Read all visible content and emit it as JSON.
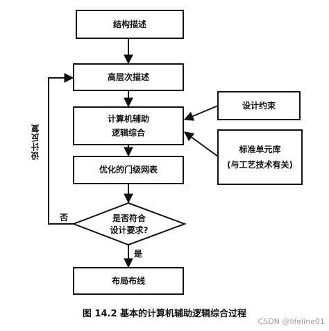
{
  "flow": {
    "structure_description": "结构描述",
    "high_level_description": "高层次描述",
    "synthesis_line1": "计算机辅助",
    "synthesis_line2": "逻辑综合",
    "optimized_netlist": "优化的门级网表",
    "decision_line1": "是否符合",
    "decision_line2": "设计要求?",
    "placement_routing": "布局布线",
    "design_constraints": "设计约束",
    "library_line1": "标准单元库",
    "library_line2": "(与工艺技术有关)",
    "iterate_label": "设计反复",
    "no_label": "否",
    "yes_label": "是"
  },
  "caption": "图 14.2   基本的计算机辅助逻辑综合过程",
  "watermark": "CSDN @lifeline01"
}
